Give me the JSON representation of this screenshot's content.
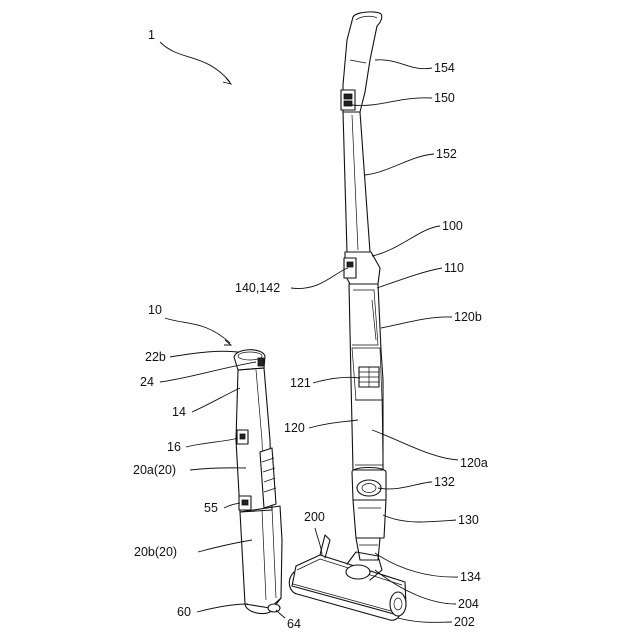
{
  "labels": {
    "fig_ref": "1",
    "handle_grip": "154",
    "handle_top": "150",
    "pipe": "152",
    "upper_body": "100",
    "switch": "140,142",
    "body_case": "110",
    "side_b": "120b",
    "window": "121",
    "body": "120",
    "side_a": "120a",
    "socket": "132",
    "connector": "130",
    "joint": "134",
    "nozzle": "200",
    "nozzle_joint": "204",
    "brush": "202",
    "handheld_ref": "10",
    "cap": "22b",
    "cap_ring": "24",
    "grip_body": "14",
    "trigger": "16",
    "upper_section": "20a(20)",
    "latch": "55",
    "lower_section": "20b(20)",
    "bottom": "60",
    "tip": "64"
  }
}
